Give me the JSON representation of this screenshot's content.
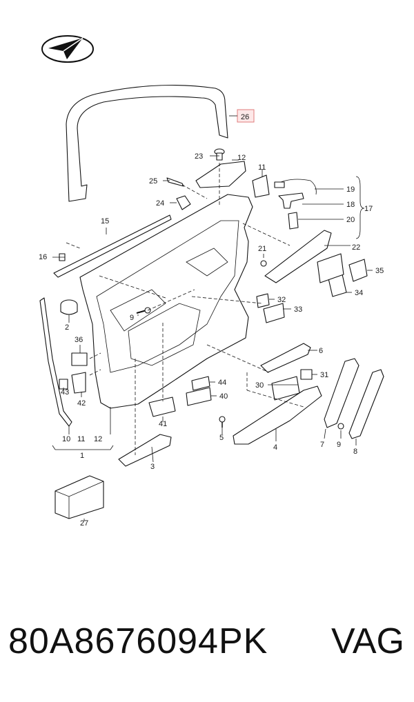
{
  "callouts": [
    "1",
    "2",
    "3",
    "4",
    "5",
    "6",
    "7",
    "8",
    "9",
    "9",
    "10",
    "11",
    "11",
    "12",
    "12",
    "15",
    "16",
    "17",
    "18",
    "19",
    "20",
    "21",
    "22",
    "23",
    "24",
    "25",
    "26",
    "27",
    "30",
    "31",
    "32",
    "33",
    "34",
    "35",
    "36",
    "40",
    "41",
    "42",
    "43",
    "44"
  ],
  "group_labels": {
    "g1": "1",
    "g10": "10",
    "g11": "11",
    "g12": "12",
    "g17": "17"
  },
  "highlight": {
    "label": "26",
    "fill": "#fde8e8",
    "stroke": "#e07b7b"
  },
  "footer": {
    "part_number": "80A8676094PK",
    "brand": "VAG"
  },
  "logo": {
    "name": "airplane-logo-icon"
  }
}
